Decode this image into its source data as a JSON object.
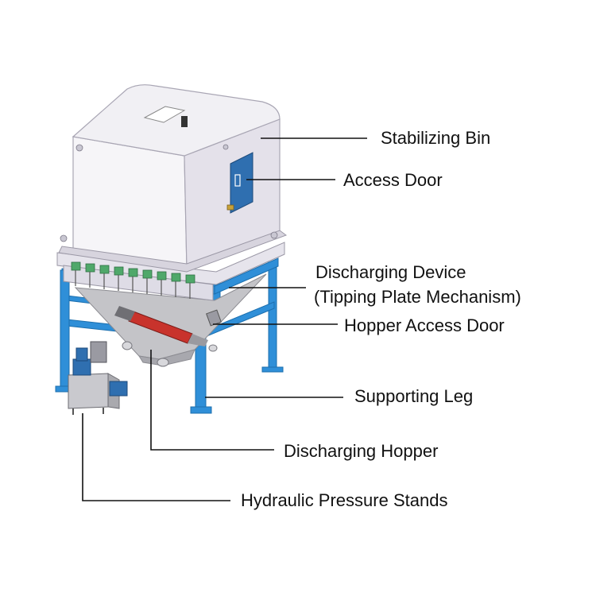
{
  "colors": {
    "frame_blue": "#2f8fd8",
    "frame_blue_dark": "#1c6fae",
    "bin_white": "#f4f3f7",
    "bin_shadow": "#d9d6e2",
    "access_door": "#2f6fb0",
    "hopper_grey": "#b8b8bc",
    "gate_green": "#4fa86a",
    "cylinder_red": "#c8332c",
    "leader_line": "#111111"
  },
  "labels": {
    "stabilizing_bin": "Stabilizing Bin",
    "access_door": "Access Door",
    "discharging_device_line1": "Discharging Device",
    "discharging_device_line2": "(Tipping Plate Mechanism)",
    "hopper_access_door": "Hopper Access Door",
    "supporting_leg": "Supporting Leg",
    "discharging_hopper": "Discharging Hopper",
    "hydraulic_pressure_stands": "Hydraulic Pressure Stands"
  }
}
